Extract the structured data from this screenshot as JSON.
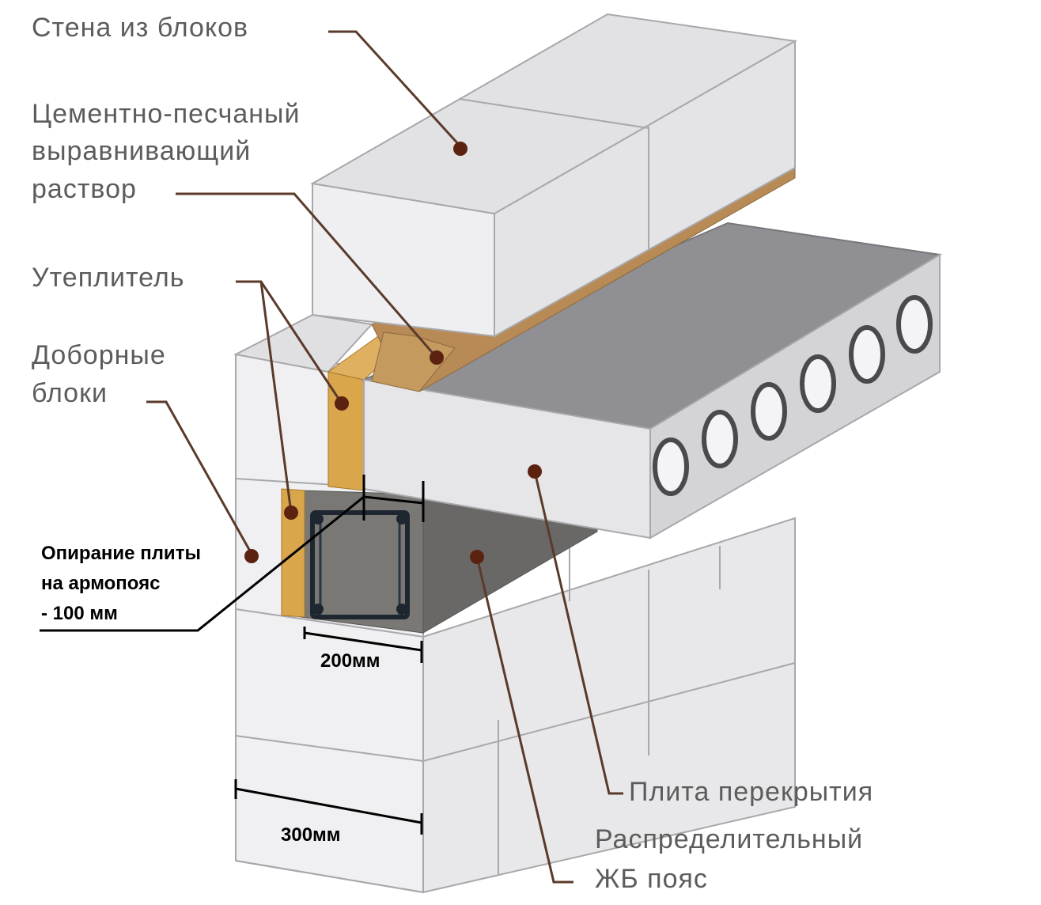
{
  "labels": {
    "wall": "Стена из блоков",
    "mortar_line1": "Цементно-песчаный",
    "mortar_line2": "выравнивающий",
    "mortar_line3": "раствор",
    "insulation": "Утеплитель",
    "extra_blocks_line1": "Доборные",
    "extra_blocks_line2": "блоки",
    "slab": "Плита перекрытия",
    "belt_line1": "Распределительный",
    "belt_line2": "ЖБ пояс",
    "support_line1": "Опирание плиты",
    "support_line2": "на армопояс",
    "support_line3": "- 100 мм"
  },
  "dimensions": {
    "belt_width": "200мм",
    "wall_width": "300мм"
  },
  "colors": {
    "block_face": "#efeff1",
    "block_top": "#e2e2e5",
    "block_side": "#d2d2d6",
    "joint": "#a8a8ac",
    "slab_top": "#8e8e92",
    "slab_front": "#e4e4e6",
    "slab_end": "#cfcfd3",
    "insulation": "#d9a64b",
    "mortar": "#c59a5f",
    "concrete_belt": "#6d6b69",
    "rebar": "#1e2630",
    "leader_brown": "#5a3a2a",
    "dot_brown": "#5b2210",
    "label_text": "#5c5c5c",
    "annotation_text": "#000000"
  }
}
